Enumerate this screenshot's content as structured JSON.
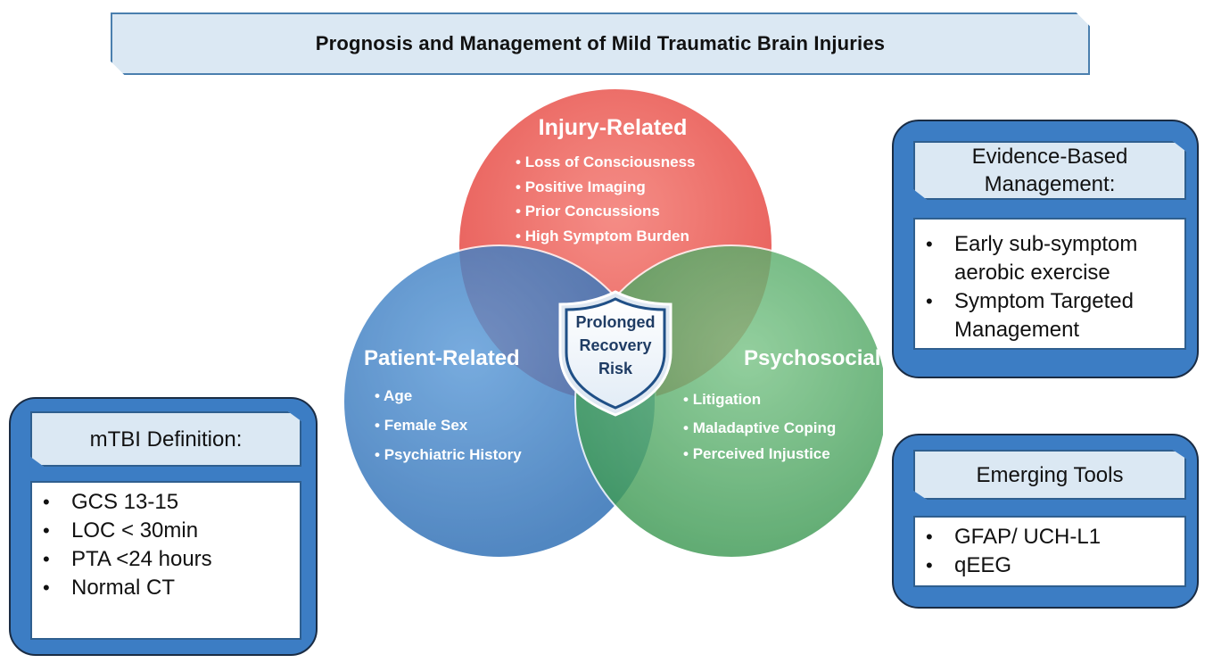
{
  "title": "Prognosis and Management of Mild Traumatic Brain Injuries",
  "venn": {
    "top": {
      "title": "Injury-Related",
      "items": [
        "Loss of Consciousness",
        "Positive Imaging",
        "Prior Concussions",
        "High Symptom Burden"
      ],
      "color": "#ef6a63"
    },
    "left": {
      "title": "Patient-Related",
      "items": [
        "Age",
        "Female Sex",
        "Psychiatric History"
      ],
      "color": "#3f86cc"
    },
    "right": {
      "title": "Psychosocial",
      "items": [
        "Litigation",
        "Maladaptive Coping",
        "Perceived Injustice"
      ],
      "color": "#5fb470"
    },
    "center": {
      "line1": "Prolonged",
      "line2": "Recovery",
      "line3": "Risk"
    }
  },
  "definition": {
    "heading": "mTBI Definition:",
    "items": [
      "GCS 13-15",
      "LOC < 30min",
      "PTA <24 hours",
      "Normal CT"
    ]
  },
  "management": {
    "heading_line1": "Evidence-Based",
    "heading_line2": "Management:",
    "items": [
      {
        "line1": "Early sub-symptom",
        "line2": "aerobic exercise"
      },
      {
        "line1": "Symptom Targeted",
        "line2": "Management"
      }
    ]
  },
  "tools": {
    "heading": "Emerging Tools",
    "items": [
      "GFAP/ UCH-L1",
      "qEEG"
    ]
  }
}
